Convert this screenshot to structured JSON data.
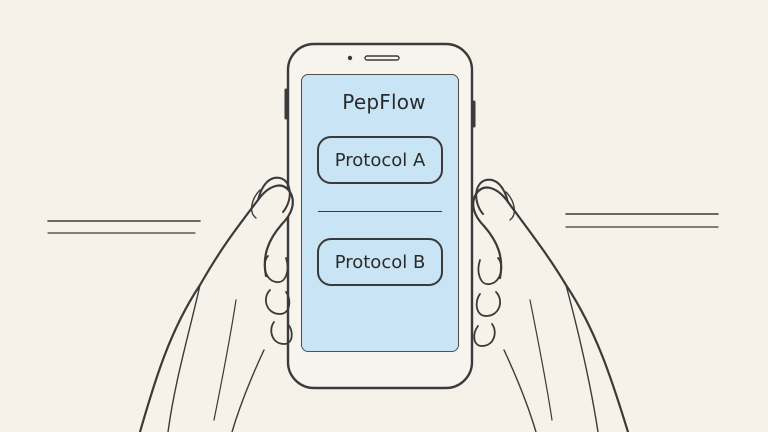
{
  "app": {
    "title": "PepFlow",
    "buttons": [
      {
        "label": "Protocol A"
      },
      {
        "label": "Protocol B"
      }
    ]
  },
  "colors": {
    "background": "#f6f2ea",
    "screen": "#c9e4f4",
    "outline": "#3a3a3a"
  },
  "icons": [
    "speaker-icon",
    "front-camera-icon",
    "volume-button-icon",
    "power-button-icon"
  ]
}
